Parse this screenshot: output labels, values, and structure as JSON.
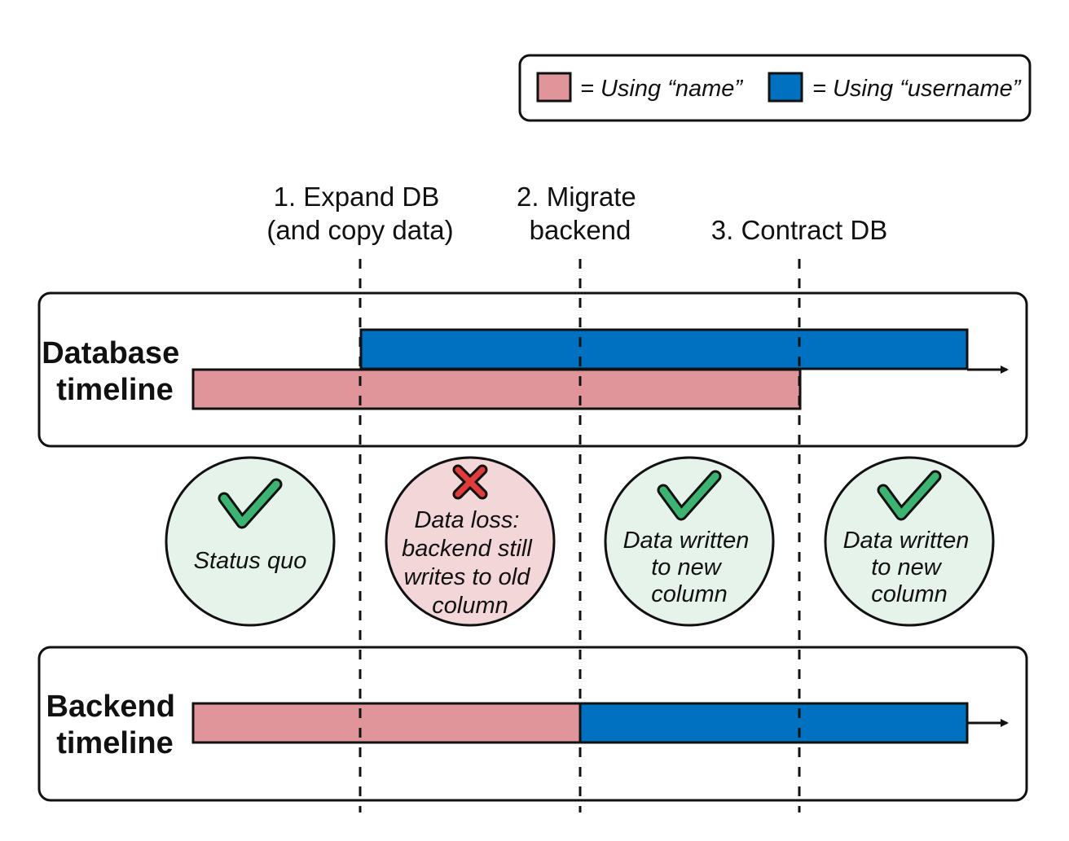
{
  "colors": {
    "old_column": "#E0959A",
    "new_column": "#0070C0",
    "ok_fill": "#E6F3EA",
    "error_fill": "#F2D6D8",
    "check": "#3CB371",
    "cross": "#E03C3C",
    "stroke": "#111111"
  },
  "legend": {
    "old_label": "= Using “name”",
    "new_label": "= Using “username”"
  },
  "steps": [
    {
      "line1": "1. Expand DB",
      "line2": "(and copy data)"
    },
    {
      "line1": "2. Migrate",
      "line2": "backend"
    },
    {
      "line1": "3. Contract DB",
      "line2": ""
    }
  ],
  "database_timeline": {
    "line1": "Database",
    "line2": "timeline"
  },
  "backend_timeline": {
    "line1": "Backend",
    "line2": "timeline"
  },
  "phases": [
    {
      "status": "ok",
      "icon": "check-icon",
      "lines": [
        "Status quo"
      ]
    },
    {
      "status": "error",
      "icon": "cross-icon",
      "lines": [
        "Data loss:",
        "backend still",
        "writes to old",
        "column"
      ]
    },
    {
      "status": "ok",
      "icon": "check-icon",
      "lines": [
        "Data written",
        "to new",
        "column"
      ]
    },
    {
      "status": "ok",
      "icon": "check-icon",
      "lines": [
        "Data written",
        "to new",
        "column"
      ]
    }
  ]
}
